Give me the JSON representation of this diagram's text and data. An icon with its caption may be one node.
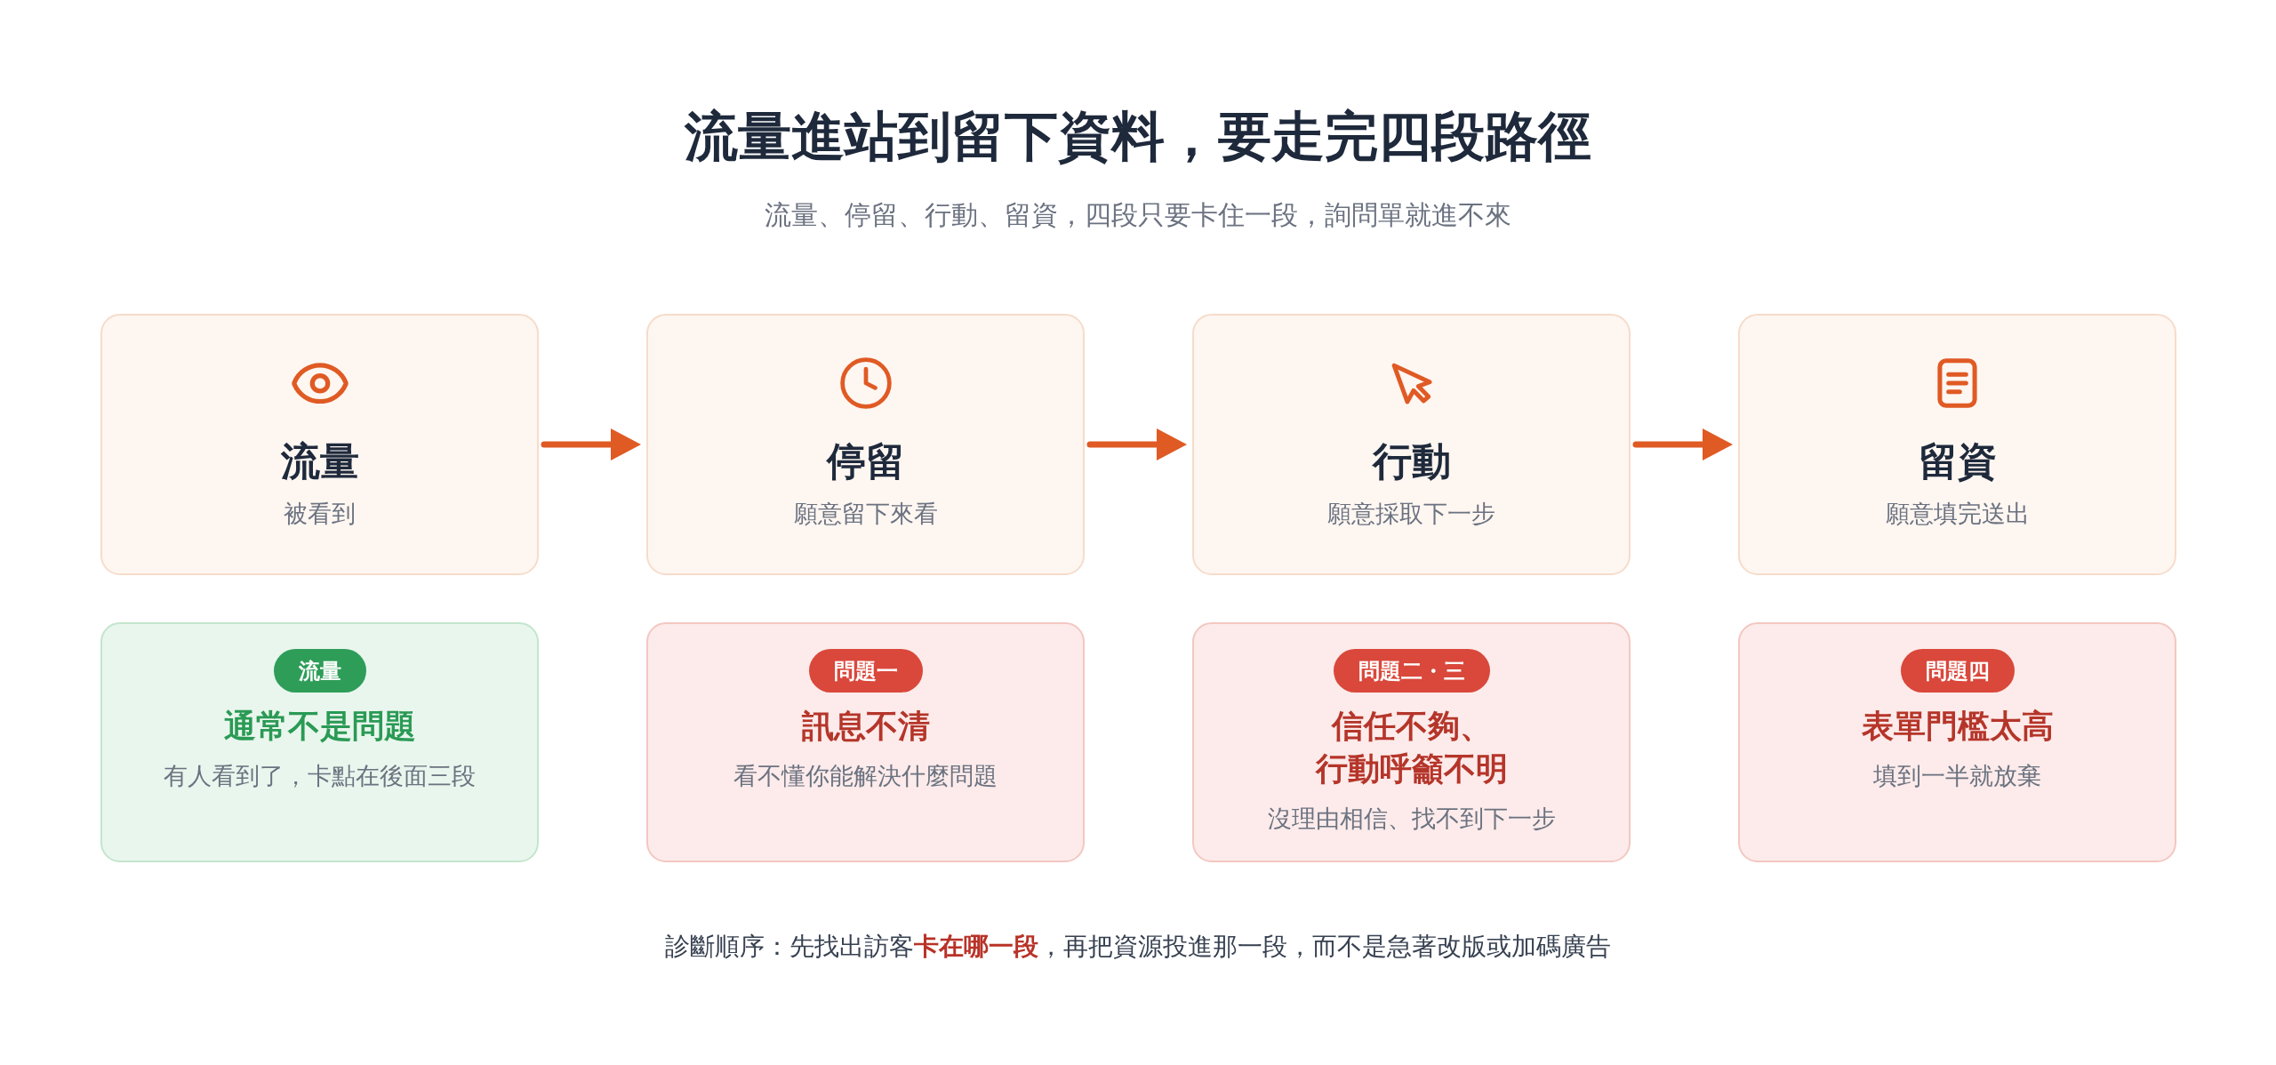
{
  "diagram": {
    "title": "流量進站到留下資料，要走完四段路徑",
    "caption": "診斷順序：先找出訪客**卡在哪一段**，再把資源投進那一段，而不是急著改版或加碼廣告",
    "nodes": [
      {
        "text": [
          "流量",
          "被看到"
        ]
      },
      {
        "text": [
          "停留",
          "願意留下來看"
        ]
      },
      {
        "text": [
          "行動",
          "願意採取下一步"
        ]
      },
      {
        "text": [
          "留資",
          "願意填完送出"
        ]
      },
      {
        "text": [
          "流量",
          "通常不是問題",
          "有人看到了，卡點在後面三段"
        ]
      },
      {
        "text": [
          "問題一",
          "訊息不清",
          "看不懂你能解決什麼問題"
        ]
      },
      {
        "text": [
          "問題二・三",
          "信任不夠、行動呼籲不明",
          "沒理由相信、找不到下一步"
        ]
      },
      {
        "text": [
          "問題四",
          "表單門檻太高",
          "填到一半就放棄"
        ]
      }
    ],
    "edges": [
      {
        "from": 0,
        "to": 1,
        "arrow": "to"
      },
      {
        "from": 1,
        "to": 2,
        "arrow": "to"
      },
      {
        "from": 2,
        "to": 3,
        "arrow": "to"
      }
    ],
    "labels": [
      "流量、停留、行動、留資，四段只要卡住一段，詢問單就進不來"
    ]
  }
}
